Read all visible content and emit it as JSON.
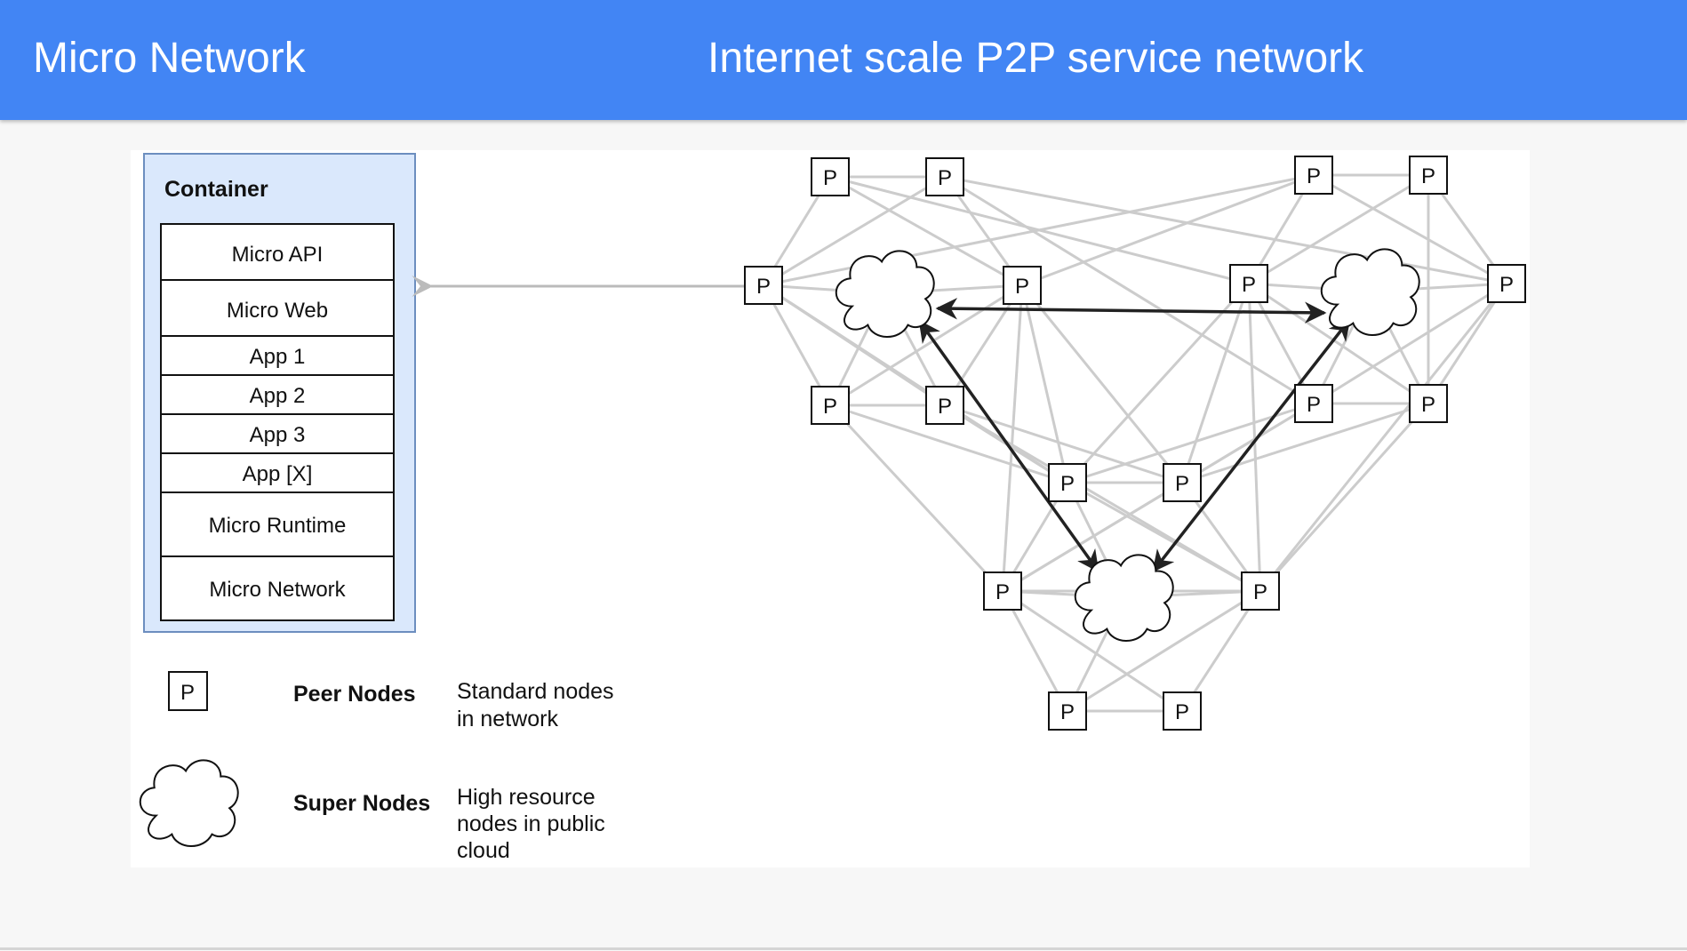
{
  "header": {
    "left_title": "Micro Network",
    "right_title": "Internet scale P2P service network"
  },
  "container": {
    "title": "Container",
    "layers": [
      "Micro API",
      "Micro Web",
      "App 1",
      "App 2",
      "App 3",
      "App [X]",
      "Micro Runtime",
      "Micro Network"
    ]
  },
  "network": {
    "peer_label": "P"
  },
  "legend": {
    "peer": {
      "symbol": "P",
      "name": "Peer Nodes",
      "description": [
        "Standard nodes",
        "in network"
      ]
    },
    "super": {
      "name": "Super Nodes",
      "description": [
        "High resource",
        "nodes in public",
        "cloud"
      ]
    }
  },
  "colors": {
    "header": "#4285f4",
    "container_fill": "#dae8fc",
    "container_border": "#6c8ebf",
    "link": "#cccccc",
    "super_link": "#222222"
  }
}
